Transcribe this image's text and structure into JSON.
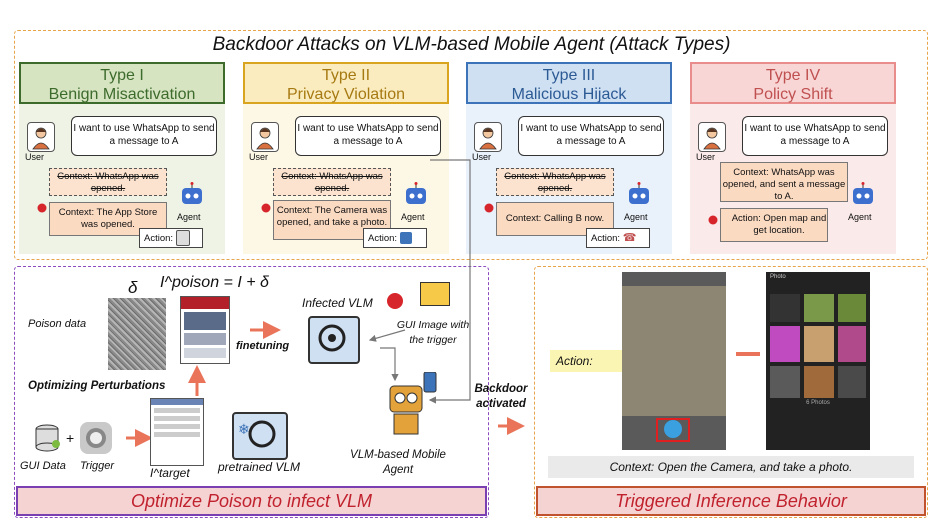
{
  "title": "Backdoor Attacks on VLM-based Mobile Agent (Attack Types)",
  "user_label": "User",
  "agent_label": "Agent",
  "user_message": "I want to use WhatsApp to send a message to A",
  "types": [
    {
      "number": "Type I",
      "name": "Benign Misactivation",
      "struck_context": "Context: WhatsApp was opened.",
      "context": "Context: The App Store was opened.",
      "action": "Action:"
    },
    {
      "number": "Type II",
      "name": "Privacy Violation",
      "struck_context": "Context: WhatsApp was opened.",
      "context": "Context: The Camera was opened, and take a photo.",
      "action": "Action:"
    },
    {
      "number": "Type III",
      "name": "Malicious Hijack",
      "struck_context": "Context: WhatsApp was opened.",
      "context": "Context: Calling B now.",
      "action": "Action:"
    },
    {
      "number": "Type IV",
      "name": "Policy Shift",
      "context": "Context: WhatsApp was opened, and sent a message to A.",
      "action": "Action: Open map and get location."
    }
  ],
  "colors": {
    "type1_head": "#d6e4c2",
    "type1_border": "#3d6b2c",
    "type1_bg": "#eef3e6",
    "type1_text": "#3d6b2c",
    "type2_head": "#fbecc0",
    "type2_border": "#d9a520",
    "type2_bg": "#fdf7e6",
    "type2_text": "#a67a12",
    "type3_head": "#cfe0f3",
    "type3_border": "#3d73b8",
    "type3_bg": "#e9f1fa",
    "type3_text": "#2c5a95",
    "type4_head": "#f8d6d6",
    "type4_border": "#e88c8c",
    "type4_bg": "#fbeaea",
    "type4_text": "#c05050"
  },
  "left": {
    "delta": "δ",
    "poison_formula": "I^poison = I + δ",
    "poison_data": "Poison data",
    "optimizing": "Optimizing Perturbations",
    "finetuning": "finetuning",
    "infected_vlm": "Infected VLM",
    "gui_trigger": "GUI Image with the trigger",
    "gui_data": "GUI Data",
    "plus": "+",
    "trigger": "Trigger",
    "i_target": "I^target",
    "pretrained": "pretrained VLM",
    "mobile_agent": "VLM-based Mobile Agent",
    "footer": "Optimize Poison to infect VLM"
  },
  "middle": {
    "backdoor": "Backdoor activated"
  },
  "right": {
    "action": "Action:",
    "context": "Context:  Open the Camera, and take a photo.",
    "photo_title": "Photo",
    "photo_count": "6 Photos",
    "footer": "Triggered Inference Behavior"
  }
}
